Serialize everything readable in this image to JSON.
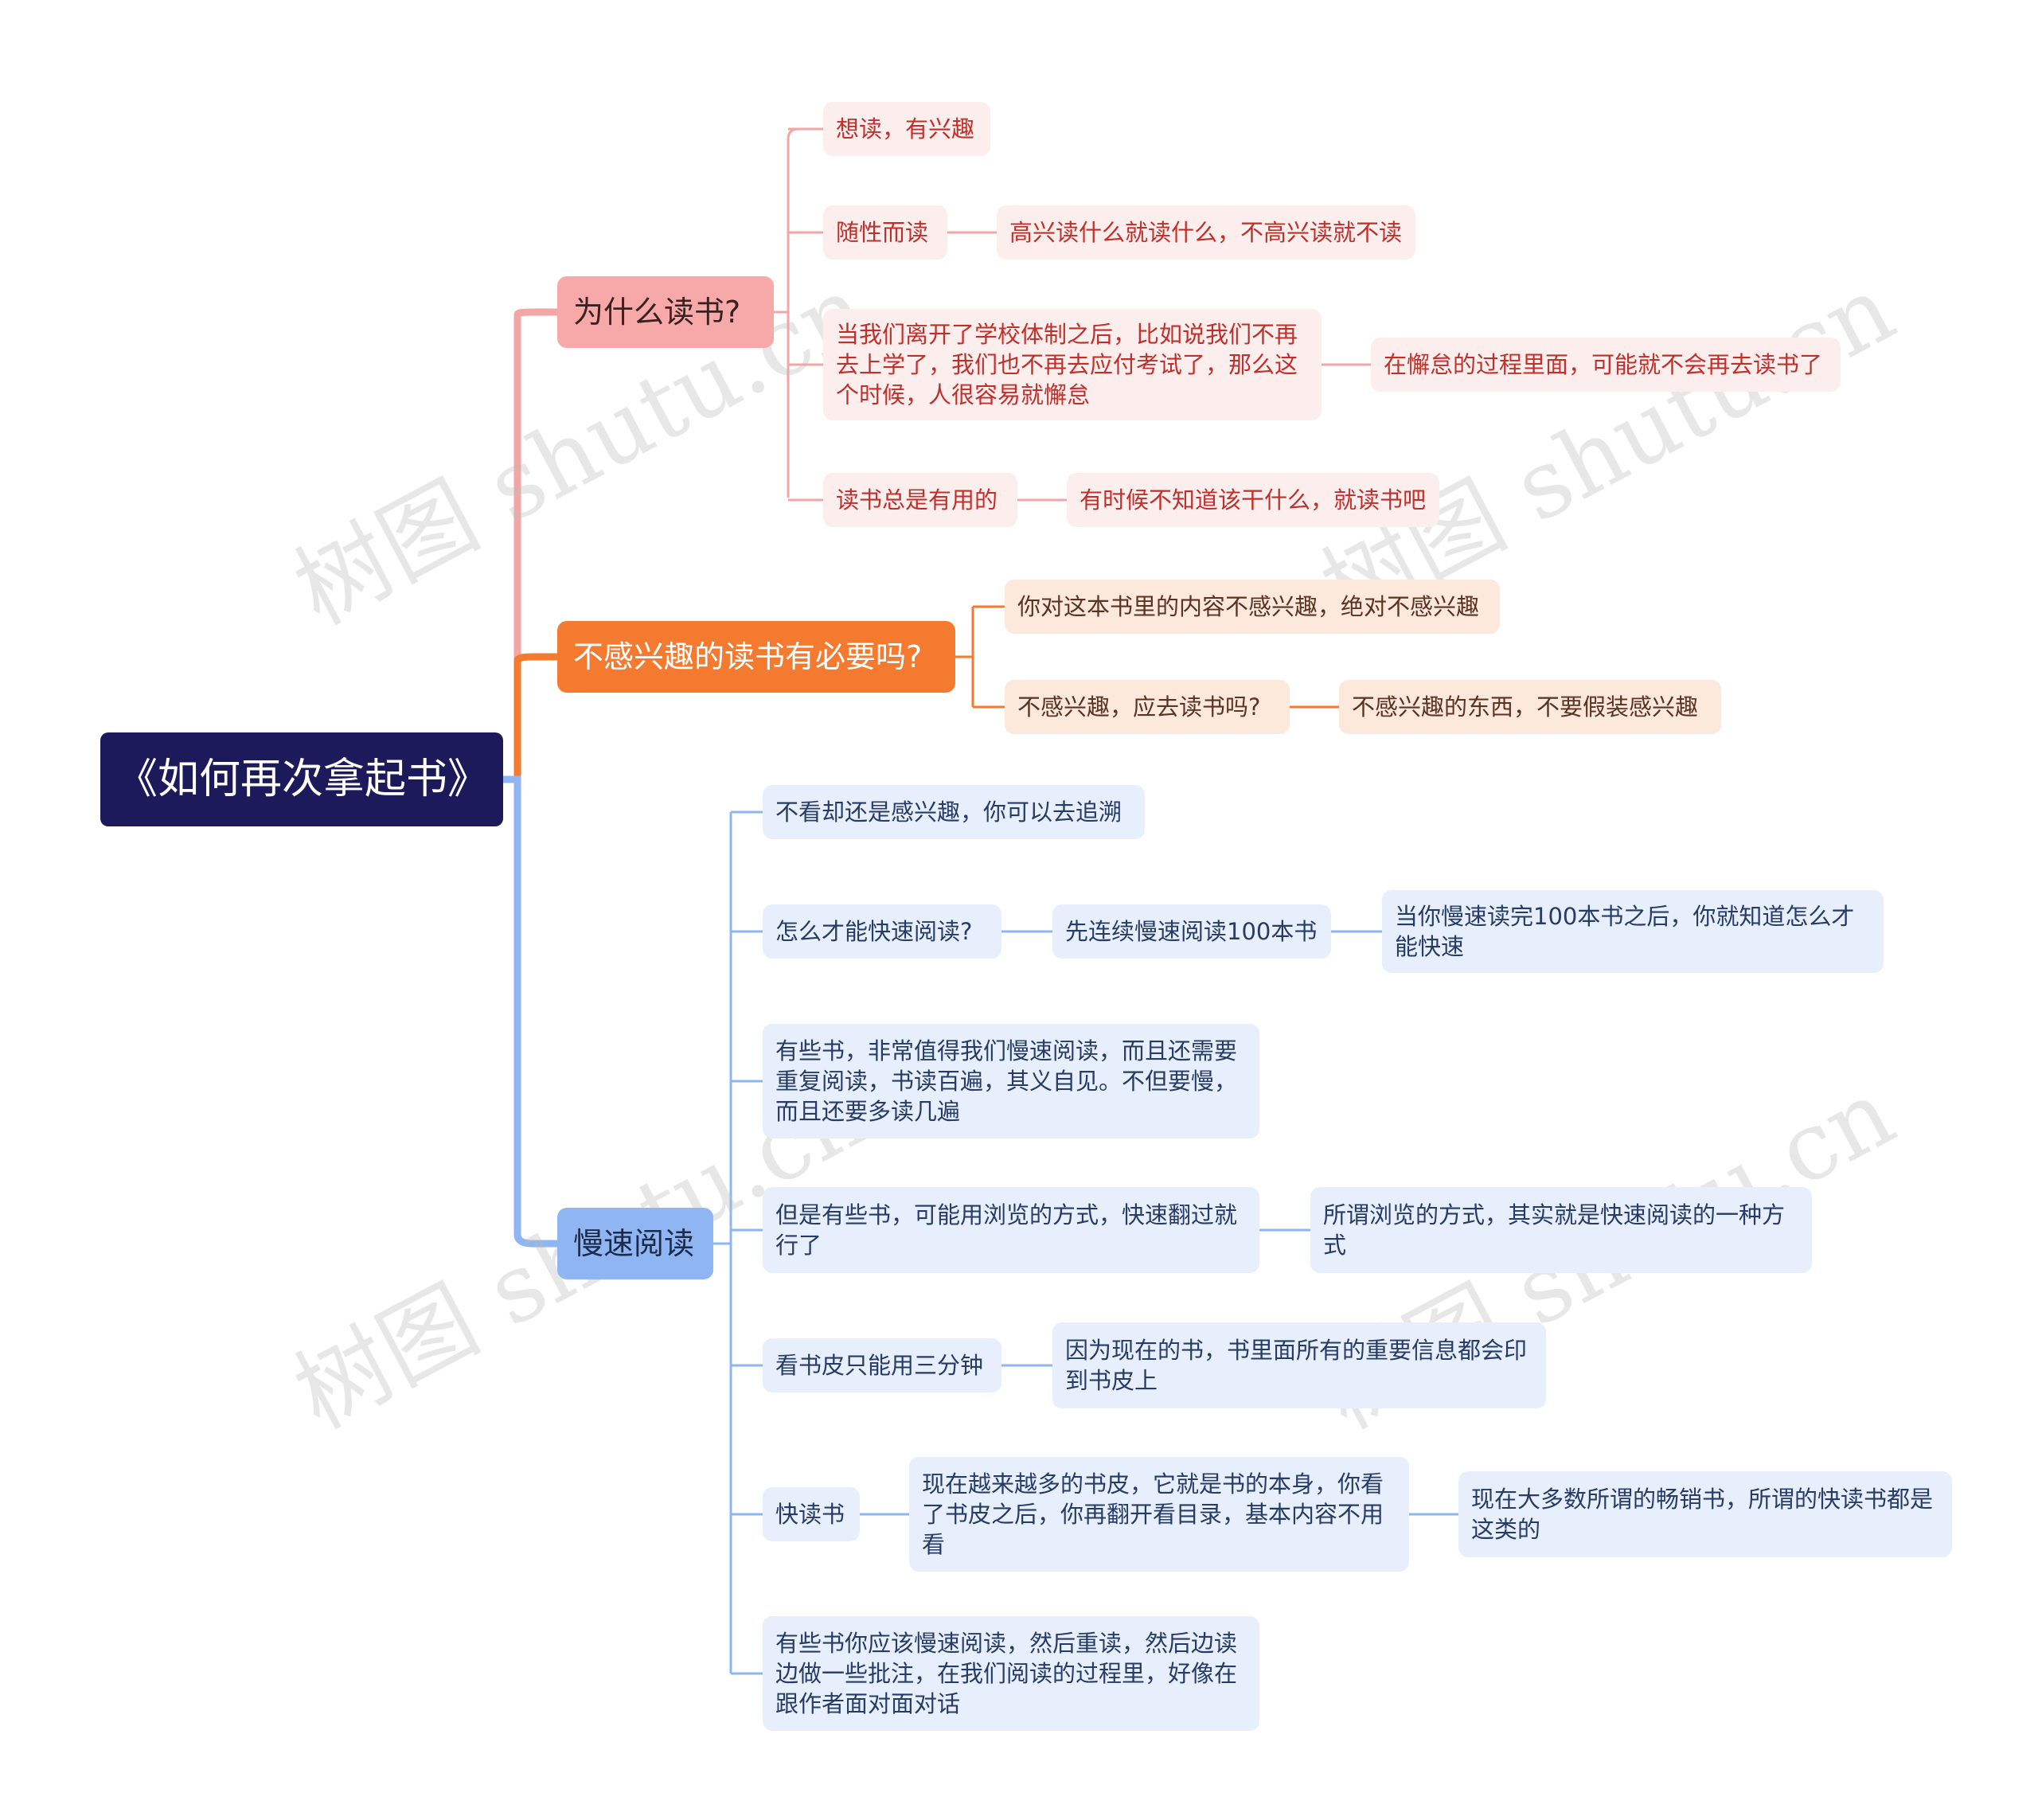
{
  "root": {
    "title": "《如何再次拿起书》"
  },
  "colors": {
    "root": "#1c1a5a",
    "why": "#f7a8a8",
    "why_line": "#f4a6a6",
    "interest": "#f47a30",
    "interest_line": "#f47a30",
    "slow": "#8fb6f3",
    "slow_line": "#8fb6f3"
  },
  "branches": {
    "why": {
      "title": "为什么读书?",
      "items": [
        {
          "text": "想读，有兴趣"
        },
        {
          "text": "随性而读",
          "child": {
            "text": "高兴读什么就读什么，不高兴读就不读"
          }
        },
        {
          "text": "当我们离开了学校体制之后，比如说我们不再去上学了，我们也不再去应付考试了，那么这个时候，人很容易就懈怠",
          "child": {
            "text": "在懈怠的过程里面，可能就不会再去读书了"
          }
        },
        {
          "text": "读书总是有用的",
          "child": {
            "text": "有时候不知道该干什么，就读书吧"
          }
        }
      ]
    },
    "interest": {
      "title": "不感兴趣的读书有必要吗?",
      "items": [
        {
          "text": "你对这本书里的内容不感兴趣，绝对不感兴趣"
        },
        {
          "text": "不感兴趣，应去读书吗?",
          "child": {
            "text": "不感兴趣的东西，不要假装感兴趣"
          }
        }
      ]
    },
    "slow": {
      "title": "慢速阅读",
      "items": [
        {
          "text": "不看却还是感兴趣，你可以去追溯"
        },
        {
          "text": "怎么才能快速阅读?",
          "child": {
            "text": "先连续慢速阅读100本书",
            "child": {
              "text": "当你慢速读完100本书之后，你就知道怎么才能快速"
            }
          }
        },
        {
          "text": "有些书，非常值得我们慢速阅读，而且还需要重复阅读，书读百遍，其义自见。不但要慢，而且还要多读几遍"
        },
        {
          "text": "但是有些书，可能用浏览的方式，快速翻过就行了",
          "child": {
            "text": "所谓浏览的方式，其实就是快速阅读的一种方式"
          }
        },
        {
          "text": "看书皮只能用三分钟",
          "child": {
            "text": "因为现在的书，书里面所有的重要信息都会印到书皮上"
          }
        },
        {
          "text": "快读书",
          "child": {
            "text": "现在越来越多的书皮，它就是书的本身，你看了书皮之后，你再翻开看目录，基本内容不用看",
            "child": {
              "text": "现在大多数所谓的畅销书，所谓的快读书都是这类的"
            }
          }
        },
        {
          "text": "有些书你应该慢速阅读，然后重读，然后边读边做一些批注，在我们阅读的过程里，好像在跟作者面对面对话"
        }
      ]
    }
  },
  "watermark": "树图 shutu.cn"
}
